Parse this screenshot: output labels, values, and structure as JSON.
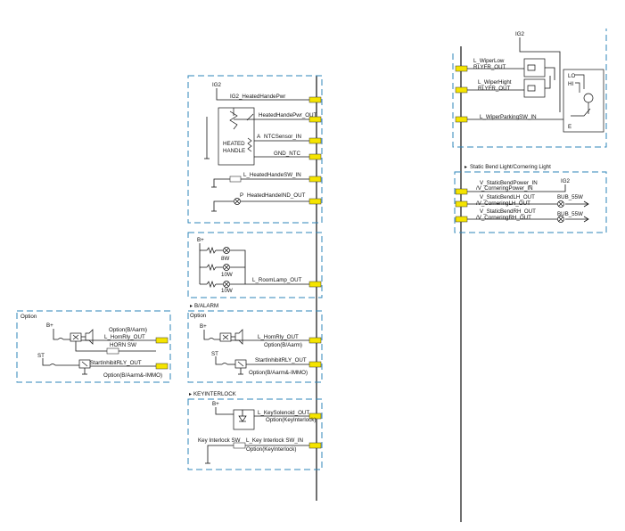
{
  "center_harness": {
    "heated_handle": {
      "ig2_label": "IG2",
      "heated_pwr": "IG2_HeatedHandePwr",
      "heated_pwr_out": "HeatedHandePwr_OUT",
      "ntc_sensor_in": "NTCSensor_IN",
      "gnd_ntc": "GND_NTC",
      "heated_sw_in": "L_HeatedHandeSW_IN",
      "heated_ind_out": "HeatedHandeIND_OUT",
      "handle_label_1": "HEATED",
      "handle_label_2": "HANDLE",
      "label_a": "A",
      "label_p": "P"
    },
    "room_lamp": {
      "bplus": "B+",
      "watt_1": "8W",
      "watt_2": "10W",
      "watt_3": "10W",
      "room_lamp_out": "L_RoomLamp_OUT"
    },
    "balarm": {
      "section_label": "B/ALARM",
      "option_label": "Option",
      "bplus": "B+",
      "horn_rly_out": "L_HornRly_OUT",
      "horn_option": "Option(B/Aarm)",
      "st_label": "ST",
      "start_inhibit": "StartInhibitRLY_OUT",
      "start_option": "Option(B/Aarm&-IMMO)"
    },
    "keyinterlock": {
      "section_label": "KEYINTERLOCK",
      "bplus": "B+",
      "key_solenoid_out": "L_KeySolenoid_OUT",
      "key_solenoid_option": "Option(KeyInterlock)",
      "key_interlock_sw_label": "Key Interlock SW",
      "key_interlock_sw_in": "L_Key Interlock SW_IN",
      "key_interlock_option": "Option(KeyInterlock)"
    }
  },
  "left_option": {
    "option_label": "Option",
    "bplus": "B+",
    "horn_option": "Option(B/Aarm)",
    "horn_rly_out": "L_HornRly_OUT",
    "horn_sw": "HORN SW",
    "st_label": "ST",
    "start_inhibit": "StartInhibitRLY_OUT",
    "start_option": "Option(B/Aarm&-IMMO)"
  },
  "right_harness": {
    "wiper": {
      "ig2_label": "IG2",
      "wiper_low_1": "L_WiperLow",
      "wiper_low_2": "RLYFR_OUT",
      "wiper_high_1": "L_WiperHight",
      "wiper_high_2": "RLYFR_OUT",
      "wiper_parking": "L_WiperParkingSW_IN",
      "motor_lo": "LO",
      "motor_hi": "HI",
      "motor_e": "E"
    },
    "static_bend": {
      "section_label": "Static Bend Light/Cornering Light",
      "power_in_1": "V_StaticBendPower_IN",
      "power_in_2": "/V_CorneringPower_IN",
      "ig2_label": "IG2",
      "lh_out_1": "V_StaticBendLH_OUT",
      "lh_out_2": "/V_CorneringLH_OUT",
      "bulb_lh": "BUB_55W",
      "rh_out_1": "V_StaticBendRH_OUT",
      "rh_out_2": "/V_CorneringRH_OUT",
      "bulb_rh": "BUB_55W"
    }
  },
  "colors": {
    "frame": "#2e86b8",
    "pin_box": "#f5e400",
    "wire": "#111111"
  }
}
